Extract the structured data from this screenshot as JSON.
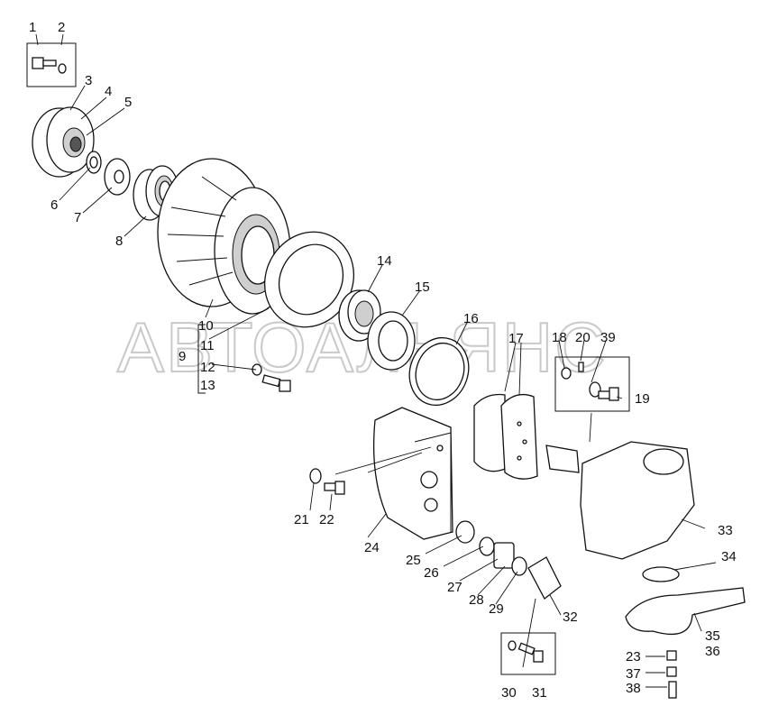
{
  "watermark": "АВТОАЛЬЯНС",
  "callouts": {
    "1": "1",
    "2": "2",
    "3": "3",
    "4": "4",
    "5": "5",
    "6": "6",
    "7": "7",
    "8": "8",
    "9": "9",
    "10": "10",
    "11": "11",
    "12": "12",
    "13": "13",
    "14": "14",
    "15": "15",
    "16": "16",
    "17": "17",
    "18": "18",
    "19": "19",
    "20": "20",
    "21": "21",
    "22": "22",
    "23": "23",
    "24": "24",
    "25": "25",
    "26": "26",
    "27": "27",
    "28": "28",
    "29": "29",
    "30": "30",
    "31": "31",
    "32": "32",
    "33": "33",
    "34": "34",
    "35": "35",
    "36": "36",
    "37": "37",
    "38": "38",
    "39": "39"
  }
}
